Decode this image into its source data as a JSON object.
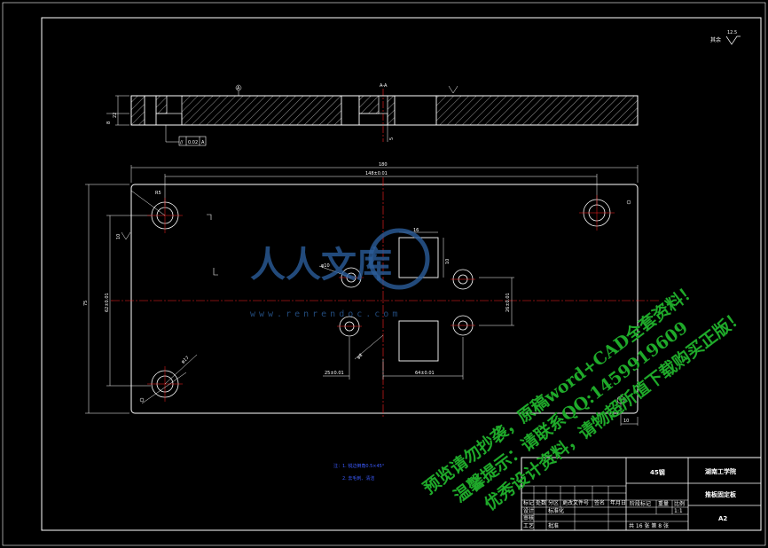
{
  "drawing": {
    "roughness_note": "其余",
    "roughness_value": "12.5",
    "datum_a": "A",
    "tol_label": "//",
    "tol_value": "0.02",
    "dims": {
      "overall_width": "180",
      "hole_span": "148±0.01",
      "overall_height": "75",
      "hole_vspan": "62±0.01",
      "thickness": "22",
      "square_w": "16",
      "square_h": "10",
      "right_v": "26±0.01",
      "bottom_h1": "25±0.01",
      "bottom_h2": "64±0.01",
      "d_small": "φ8",
      "d_mid": "φ10",
      "d_large": "φ17",
      "step": "8",
      "step2": "5",
      "edge": "10",
      "corner_r": "R5"
    },
    "notes": {
      "title": "注：",
      "line1": "1. 锐边倒角0.5×45°",
      "line2": "2. 去毛刺、清洁"
    }
  },
  "title_block": {
    "company": "湖南工学院",
    "part_name": "推板固定板",
    "material": "45钢",
    "drawing_no": "A2",
    "scale": "1:1",
    "sheet": "共 16 张   第 8 张",
    "designer_label": "设计",
    "standard_label": "标准化",
    "check_label": "审核",
    "process_label": "工艺",
    "approve_label": "批准",
    "mark_label": "标记",
    "count_label": "处数",
    "zone_label": "分区",
    "change_label": "更改文件号",
    "sign_label": "签名",
    "date_label": "年月日",
    "stage_label": "阶段标记",
    "weight_label": "重量",
    "scale_label": "比例"
  },
  "watermark": {
    "logo_text": "人人文库",
    "url": "www.renrendoc.com",
    "line1": "预览请勿抄袭，原稿word+CAD全套资料！",
    "line2": "温馨提示：请联系QQ:1459919609",
    "line3": "优秀设计资料，请物超所值下载购买正版！"
  },
  "colors": {
    "background": "#000000",
    "line": "#ffffff",
    "center_line": "#ff2020",
    "dimension": "#ffffff",
    "watermark_green": "#1faa2a",
    "watermark_blue": "#2b5d9a",
    "note_blue": "#3b5bff"
  }
}
